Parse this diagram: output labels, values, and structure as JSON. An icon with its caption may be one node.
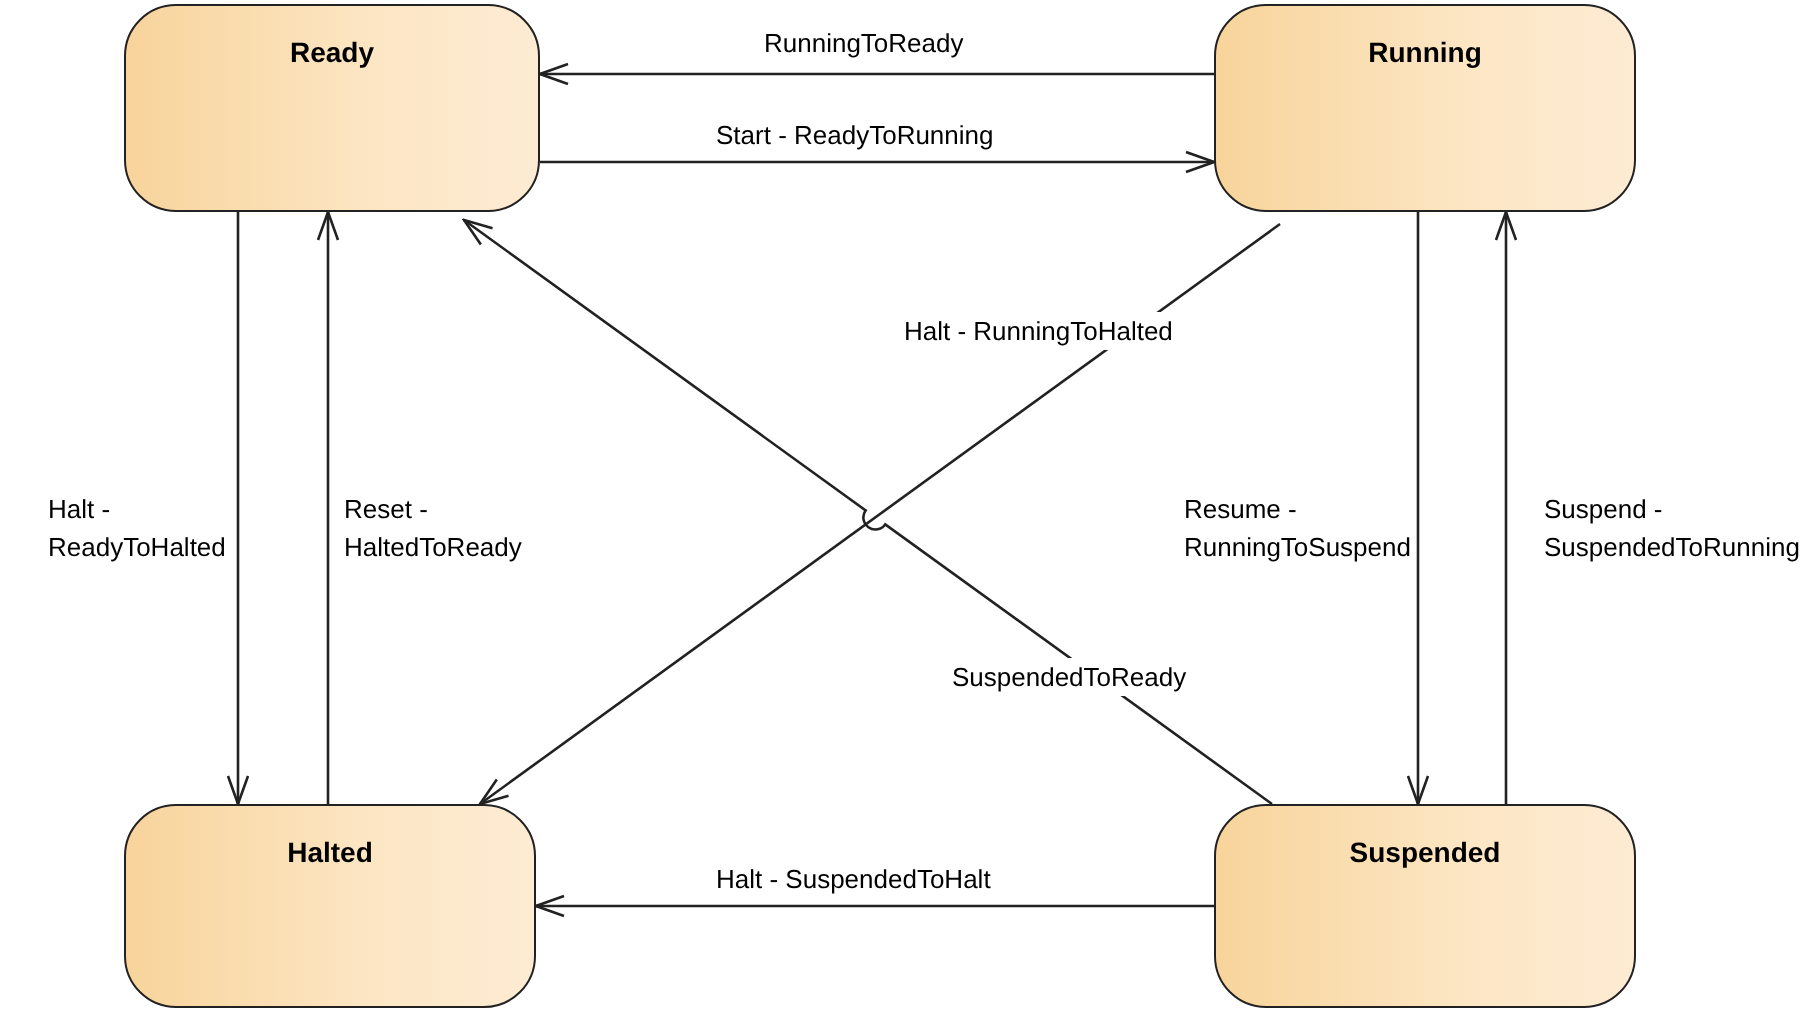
{
  "diagram": {
    "nodes": [
      {
        "text": [
          "Ready"
        ]
      },
      {
        "text": [
          "Running"
        ]
      },
      {
        "text": [
          "Halted"
        ]
      },
      {
        "text": [
          "Suspended"
        ]
      }
    ],
    "edges": [
      {
        "from": 1,
        "to": 0,
        "arrow": "to",
        "label": "RunningToReady"
      },
      {
        "from": 0,
        "to": 1,
        "arrow": "to",
        "label": "Start - ReadyToRunning"
      },
      {
        "from": 0,
        "to": 2,
        "arrow": "to",
        "label": "Halt - ReadyToHalted"
      },
      {
        "from": 2,
        "to": 0,
        "arrow": "to",
        "label": "Reset - HaltedToReady"
      },
      {
        "from": 1,
        "to": 2,
        "arrow": "to",
        "label": "Halt - RunningToHalted"
      },
      {
        "from": 3,
        "to": 0,
        "arrow": "to",
        "label": "SuspendedToReady"
      },
      {
        "from": 1,
        "to": 3,
        "arrow": "to",
        "label": "Resume - RunningToSuspend"
      },
      {
        "from": 3,
        "to": 1,
        "arrow": "to",
        "label": "Suspend - SuspendedToRunning"
      },
      {
        "from": 3,
        "to": 2,
        "arrow": "to",
        "label": "Halt - SuspendedToHalt"
      }
    ]
  }
}
